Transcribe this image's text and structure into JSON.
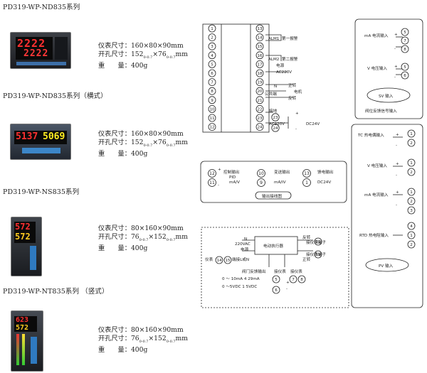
{
  "models": [
    {
      "title": "PD319-WP-ND835系列",
      "size_label": "仪表尺寸：",
      "size": "160×80×90mm",
      "cut_label": "开孔尺寸：",
      "cut_a": "152",
      "cut_tol_a": "0-0.7",
      "cut_x": "×",
      "cut_b": "76",
      "cut_tol_b": "0-0.7",
      "cut_unit": "mm",
      "weight_label": "重　　量：",
      "weight": "400g",
      "disp_top": "2222",
      "disp_bottom": "2222"
    },
    {
      "title": "PD319-WP-ND835系列（横式）",
      "size_label": "仪表尺寸：",
      "size": "160×80×90mm",
      "cut_label": "开孔尺寸：",
      "cut_a": "152",
      "cut_tol_a": "0-0.7",
      "cut_x": "×",
      "cut_b": "76",
      "cut_tol_b": "0-0.7",
      "cut_unit": "mm",
      "weight_label": "重　　量：",
      "weight": "400g",
      "disp_top": "5137",
      "disp_bottom": "5069"
    },
    {
      "title": "PD319-WP-NS835系列",
      "size_label": "仪表尺寸：",
      "size": "80×160×90mm",
      "cut_label": "开孔尺寸：",
      "cut_a": "76",
      "cut_tol_a": "0-0.7",
      "cut_x": "×",
      "cut_b": "152",
      "cut_tol_b": "0-0.7",
      "cut_unit": "mm",
      "weight_label": "重　　量：",
      "weight": "400g",
      "disp_top": "572",
      "disp_bottom": "572"
    },
    {
      "title": "PD319-WP-NT835系列 （竖式）",
      "size_label": "仪表尺寸：",
      "size": "80×160×90mm",
      "cut_label": "开孔尺寸：",
      "cut_a": "76",
      "cut_tol_a": "0-0.7",
      "cut_x": "×",
      "cut_b": "152",
      "cut_tol_b": "0-0.7",
      "cut_unit": "mm",
      "weight_label": "重　　量：",
      "weight": "400g",
      "disp_top": "623",
      "disp_bottom": "572"
    }
  ],
  "terminal_left": [
    "1",
    "2",
    "3",
    "4",
    "5",
    "6",
    "7",
    "8",
    "9",
    "10",
    "11",
    "12"
  ],
  "terminal_right": [
    "13",
    "14",
    "15",
    "16",
    "17",
    "18",
    "19",
    "20",
    "21",
    "22",
    "23",
    "24"
  ],
  "wiring": {
    "alm1": "ALM1",
    "alarm1": "第一报警",
    "alm2": "ALM2",
    "alarm2": "第二报警",
    "power": "电源",
    "ac220": "AC220V",
    "n": "N",
    "forward": "正转",
    "motor": "电机",
    "common": "公共端",
    "reverse": "反转",
    "ground": "接地",
    "ac220v": "AC220V",
    "dc24": "DC24V",
    "plus": "+",
    "minus": "-"
  },
  "sv": {
    "ma_label": "mA 电流输入",
    "v_label": "V 电压输入",
    "box_title": "SV 输入",
    "feedback": "阀位反馈信号输入",
    "t5": "5",
    "t7": "7",
    "t8": "8",
    "t6": "6",
    "plus": "+",
    "minus": "-"
  },
  "output": {
    "ctrl": "控制输出",
    "pid": "PID",
    "mav": "mA/V",
    "t12": "12",
    "t11": "11",
    "trans": "变送输出",
    "mav2": "mA/ΙV",
    "t10": "10",
    "t9": "9",
    "feed": "馈电输出",
    "dc24": "DC24V",
    "t13": "13",
    "t1": "1",
    "title": "输出接线图",
    "plus": "+",
    "minus": "-"
  },
  "pv": {
    "tc": "TC 热电偶输入",
    "v": "V 电压输入",
    "ma": "mA 电流输入",
    "rtd": "RTD 热电阻输入",
    "box_title": "PV  输入",
    "t1": "1",
    "t2": "2",
    "t3": "3",
    "t4": "4",
    "plus": "+",
    "minus": "-"
  },
  "actuator": {
    "box": "电动执行器",
    "ac": "220VAC",
    "power": "电源",
    "n": "N",
    "rev": "反转",
    "fwd": "正转",
    "term_a": "接仪表端子",
    "t21": "21",
    "t19": "19",
    "term_b": "接仪表端子",
    "meter": "仪表",
    "t14": "14",
    "t15": "15",
    "common": "端接L或N",
    "feedback": "阀门反馈输出",
    "meter_in1": "接仪表",
    "meter_in2": "接仪表",
    "range1": "0 ～ 10mA 4  29mA",
    "range2": "0 ～5VDC 1  5VDC",
    "t5": "5",
    "t7": "7",
    "t8": "8",
    "t6": "6",
    "plus": "+",
    "minus": "-"
  }
}
